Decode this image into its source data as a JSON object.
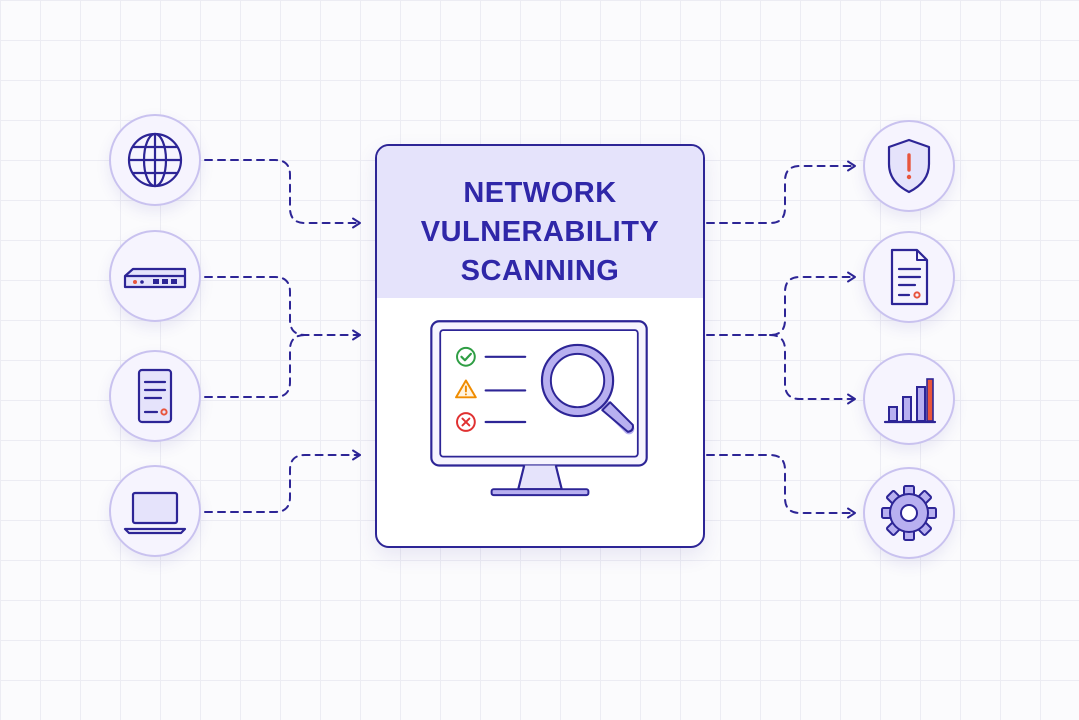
{
  "diagram": {
    "title_lines": [
      "NETWORK",
      "VULNERABILITY",
      "SCANNING"
    ],
    "inputs": [
      {
        "icon": "globe-icon"
      },
      {
        "icon": "router-icon"
      },
      {
        "icon": "server-icon"
      },
      {
        "icon": "laptop-icon"
      }
    ],
    "outputs": [
      {
        "icon": "shield-alert-icon"
      },
      {
        "icon": "report-document-icon"
      },
      {
        "icon": "bar-chart-icon"
      },
      {
        "icon": "gear-icon"
      }
    ],
    "checklist": [
      {
        "status": "pass",
        "icon": "check-circle-icon",
        "color": "#2f9e44"
      },
      {
        "status": "warning",
        "icon": "warning-triangle-icon",
        "color": "#f08c00"
      },
      {
        "status": "fail",
        "icon": "x-circle-icon",
        "color": "#e03131"
      }
    ],
    "colors": {
      "primary": "#2f27a8",
      "line": "#2d2596",
      "header_fill": "#e5e3fb",
      "node_fill": "#f6f4fe",
      "node_border": "#c9c2ef",
      "accent_red": "#e8553d",
      "accent_orange": "#f08c00",
      "accent_green": "#2f9e44"
    }
  }
}
